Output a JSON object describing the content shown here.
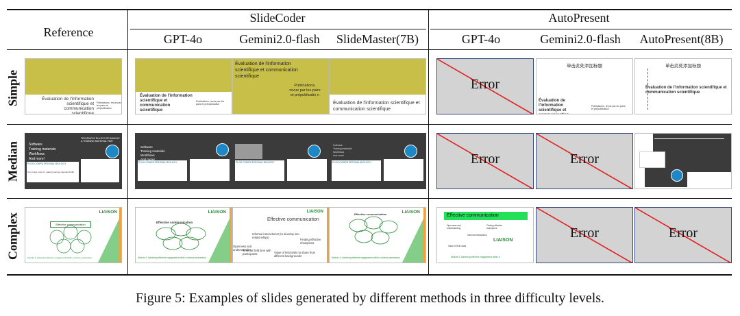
{
  "table": {
    "header": {
      "reference": "Reference",
      "group1": "SlideCoder",
      "group2": "AutoPresent",
      "cols": [
        "GPT-4o",
        "Gemini2.0-flash",
        "SlideMaster(7B)",
        "GPT-4o",
        "Gemini2.0-flash",
        "AutoPresent(8B)"
      ]
    },
    "rows": [
      "Simple",
      "Median",
      "Complex"
    ],
    "error_label": "Error"
  },
  "slides": {
    "simple_title": "Évaluation de l'information scientifique et communication scientifique",
    "simple_sub": "Publications, revue par les pairs et prépublication",
    "simple_sub_short": "Publications, revue par les pairs et prépublicatio n",
    "simple_cn": "单击此处添加标题",
    "median_bullets": [
      "Software",
      "Training materials",
      "Workflows",
      "And more!"
    ],
    "median_banner": "PLOS COMPUTATIONAL BIOLOGY",
    "median_ten": "TEN SIMPLE RULES FOR MAKING A TRAINING MATERIAL FAIR",
    "median_caption": "Ten simple rules for making training materials FAIR",
    "complex_title": "Effective communication",
    "complex_logo": "LIAISON",
    "complex_bottom": "Module 4: Achieving effective engagement within a diverse partnership",
    "complex_bottom_short": "Module 4: Achieving effective engagement within a",
    "complex_bubbles": [
      "Informal interactions",
      "Openness and understanding",
      "Value of field visits",
      "Time with participants",
      "Finding effective champions"
    ],
    "complex_g_lines": [
      "Informal interactions! (to develop into relationships)",
      "Openness and understanding",
      "Time for field time with participants",
      "Finding effective champions",
      "Value of field visits to share from different backgrounds"
    ]
  },
  "colors": {
    "olive": "#c8bf49",
    "error_gray": "#d3d3d3",
    "error_border": "#34457b",
    "cross": "#e02020",
    "green_bar": "#22e05a"
  },
  "caption": "Figure 5: Examples of slides generated by different methods in three difficulty levels."
}
